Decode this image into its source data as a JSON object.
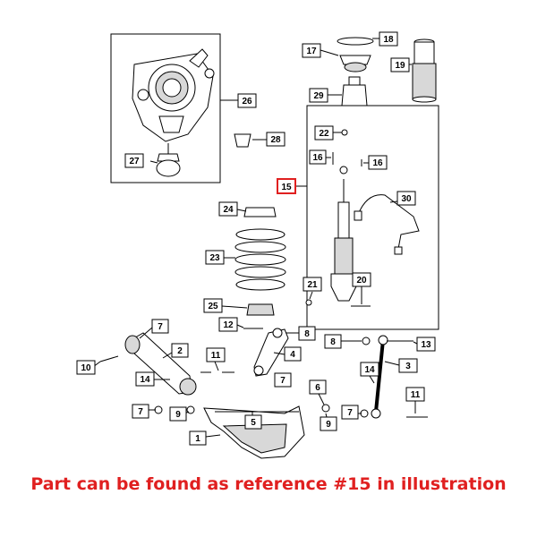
{
  "caption": "Part can be found as reference #15 in illustration",
  "colors": {
    "highlight": "#e02020",
    "line": "#000000",
    "part_fill": "#ffffff",
    "part_shade": "#d8d8d8"
  },
  "callouts": {
    "c18": "18",
    "c17": "17",
    "c19": "19",
    "c26": "26",
    "c29": "29",
    "c28": "28",
    "c27": "27",
    "c22": "22",
    "c16a": "16",
    "c16b": "16",
    "c15": "15",
    "c30": "30",
    "c24": "24",
    "c23": "23",
    "c21": "21",
    "c20": "20",
    "c25": "25",
    "c12": "12",
    "c8a": "8",
    "c8b": "8",
    "c13": "13",
    "c7a": "7",
    "c2": "2",
    "c11a": "11",
    "c4": "4",
    "c3": "3",
    "c10": "10",
    "c14a": "14",
    "c7b": "7",
    "c6": "6",
    "c14b": "14",
    "c7c": "7",
    "c9a": "9",
    "c5": "5",
    "c9b": "9",
    "c7d": "7",
    "c11b": "11",
    "c1": "1"
  }
}
